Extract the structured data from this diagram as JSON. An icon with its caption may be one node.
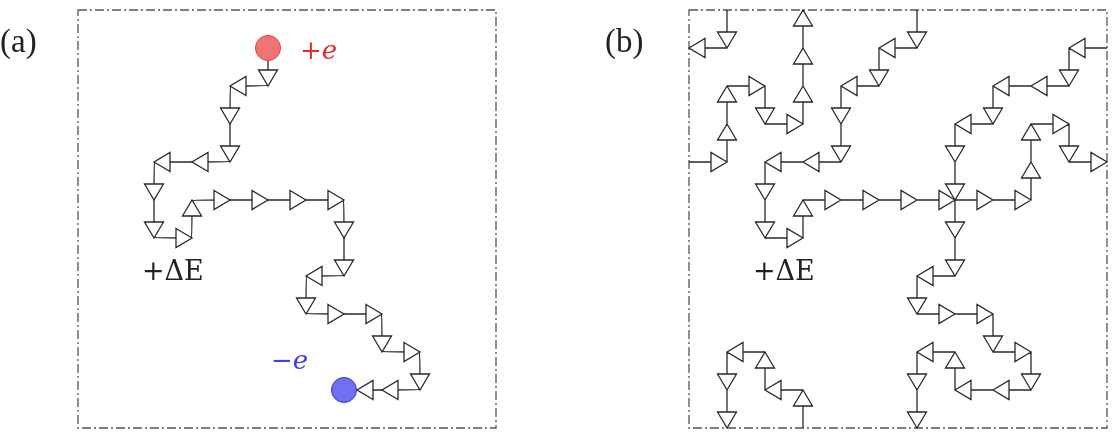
{
  "diagram": {
    "nodes": [
      {
        "text": [
          "(a)"
        ]
      },
      {
        "text": [],
        "shape": "circle",
        "in": 0,
        "beside": [
          "+*e*"
        ]
      },
      {
        "text": [],
        "shape": "circle",
        "in": 0,
        "beside": [
          "−*e*"
        ]
      },
      {
        "text": [
          "(b)"
        ]
      }
    ],
    "edges": [
      {
        "from": 1,
        "to": 2,
        "arrow": "to"
      }
    ],
    "labels": [
      "+ΔE",
      "+ΔE"
    ]
  }
}
